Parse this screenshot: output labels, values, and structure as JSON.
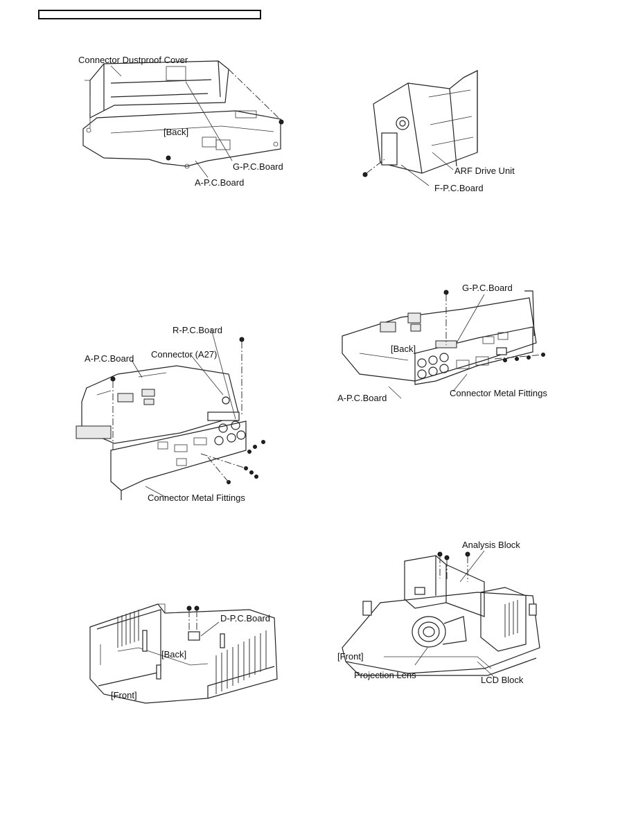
{
  "header": {
    "text": ""
  },
  "figure1": {
    "connector_dustproof_cover": "Connector Dustproof Cover",
    "back": "[Back]",
    "g_pc_board": "G-P.C.Board",
    "a_pc_board": "A-P.C.Board"
  },
  "figure2": {
    "arf_drive_unit": "ARF Drive Unit",
    "f_pc_board": "F-P.C.Board"
  },
  "figure3": {
    "r_pc_board": "R-P.C.Board",
    "connector_a27": "Connector (A27)",
    "a_pc_board": "A-P.C.Board",
    "connector_metal_fittings": "Connector Metal Fittings"
  },
  "figure4": {
    "g_pc_board": "G-P.C.Board",
    "back": "[Back]",
    "a_pc_board": "A-P.C.Board",
    "connector_metal_fittings": "Connector Metal Fittings"
  },
  "figure5": {
    "d_pc_board": "D-P.C.Board",
    "back": "[Back]",
    "front": "[Front]"
  },
  "figure6": {
    "analysis_block": "Analysis Block",
    "front": "[Front]",
    "projection_lens": "Projection Lens",
    "lcd_block": "LCD Block"
  }
}
